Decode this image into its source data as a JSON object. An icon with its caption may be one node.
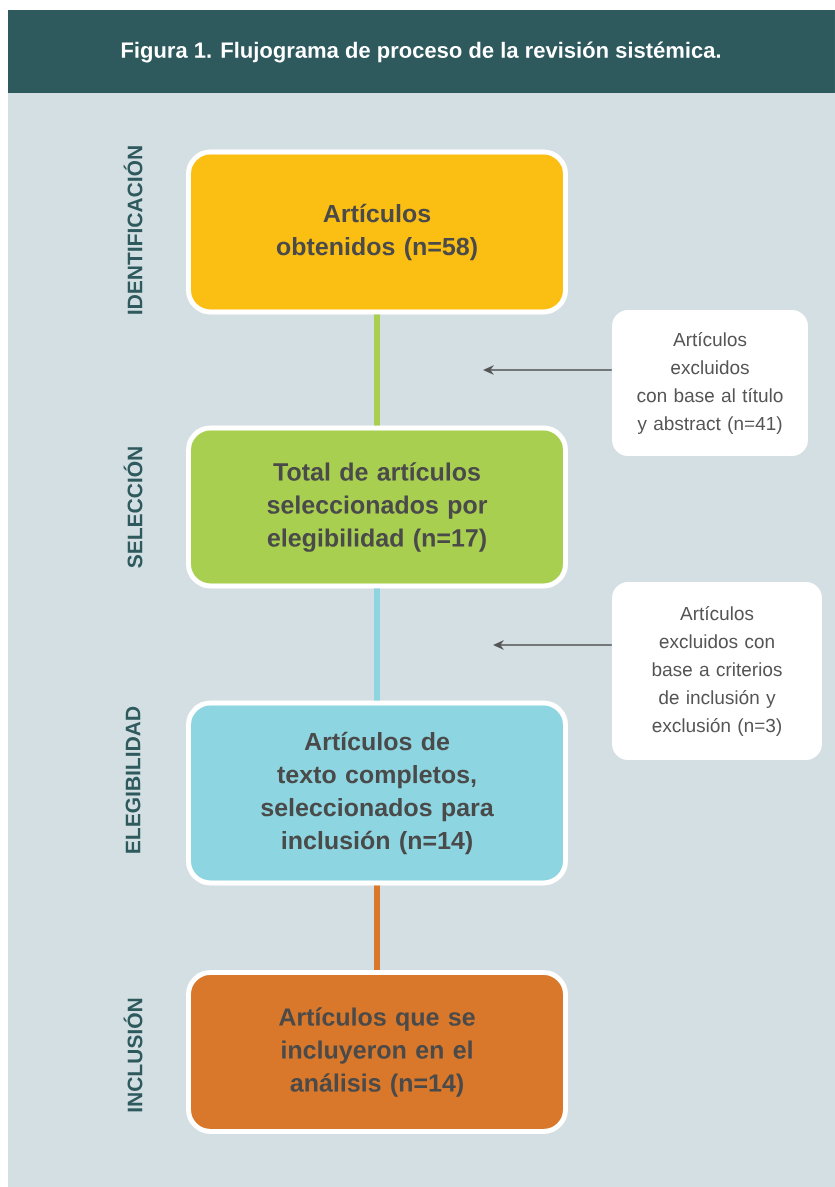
{
  "diagram": {
    "title": "Figura 1. Flujograma de proceso de la revisión sistémica.",
    "nodes": [
      {
        "text": [
          "Artículos obtenidos (n=58)"
        ]
      },
      {
        "text": [
          "Total de artículos seleccionados por elegibilidad (n=17)"
        ]
      },
      {
        "text": [
          "Artículos de texto completos, seleccionados para inclusión (n=14)"
        ]
      },
      {
        "text": [
          "Artículos que se incluyeron en el análisis (n=14)"
        ]
      },
      {
        "text": [
          "Artículos excluidos con base al título y abstract (n=41)"
        ]
      },
      {
        "text": [
          "Artículos excluidos con base a criterios de inclusión y exclusión (n=3)"
        ]
      }
    ],
    "edges": [
      {
        "from": 0,
        "to": 1,
        "arrow": "none",
        "color": "#a8cf50"
      },
      {
        "from": 1,
        "to": 2,
        "arrow": "none",
        "color": "#8dd5e0"
      },
      {
        "from": 2,
        "to": 3,
        "arrow": "none",
        "color": "#d9782a"
      },
      {
        "from": 4,
        "to": null,
        "arrow": "to"
      },
      {
        "from": 5,
        "to": null,
        "arrow": "to"
      }
    ],
    "labels": [
      "IDENTIFICACIÓN",
      "SELECCIÓN",
      "ELEGIBILIDAD",
      "INCLUSIÓN"
    ]
  }
}
